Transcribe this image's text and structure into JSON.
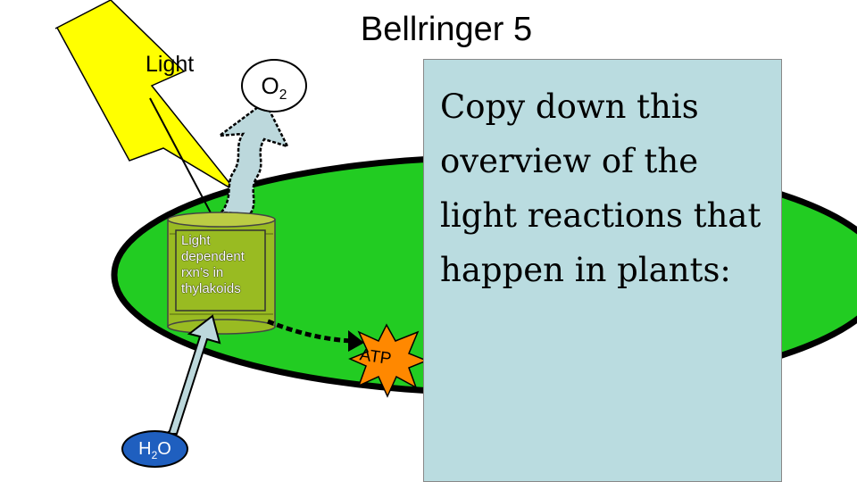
{
  "title": "Bellringer 5",
  "diagram": {
    "light_label": "Light",
    "oxygen": {
      "main": "O",
      "sub": "2"
    },
    "thylakoid_label": "Light dependent rxn’s in thylakoids",
    "water": {
      "main": "H",
      "sub": "2",
      "tail": "O"
    },
    "atp_label": "ATP"
  },
  "note": {
    "lines": [
      "Copy down this",
      "overview of the",
      "light reactions that",
      "happen in plants:"
    ]
  },
  "colors": {
    "chloroplast": "#22cc22",
    "lightning": "#ffff00",
    "thylakoid": "#99bb22",
    "arrow_fill": "#bcd8dc",
    "note_bg": "#badce0",
    "water_fill": "#1f5fbf",
    "atp_star": "#ff8800"
  }
}
